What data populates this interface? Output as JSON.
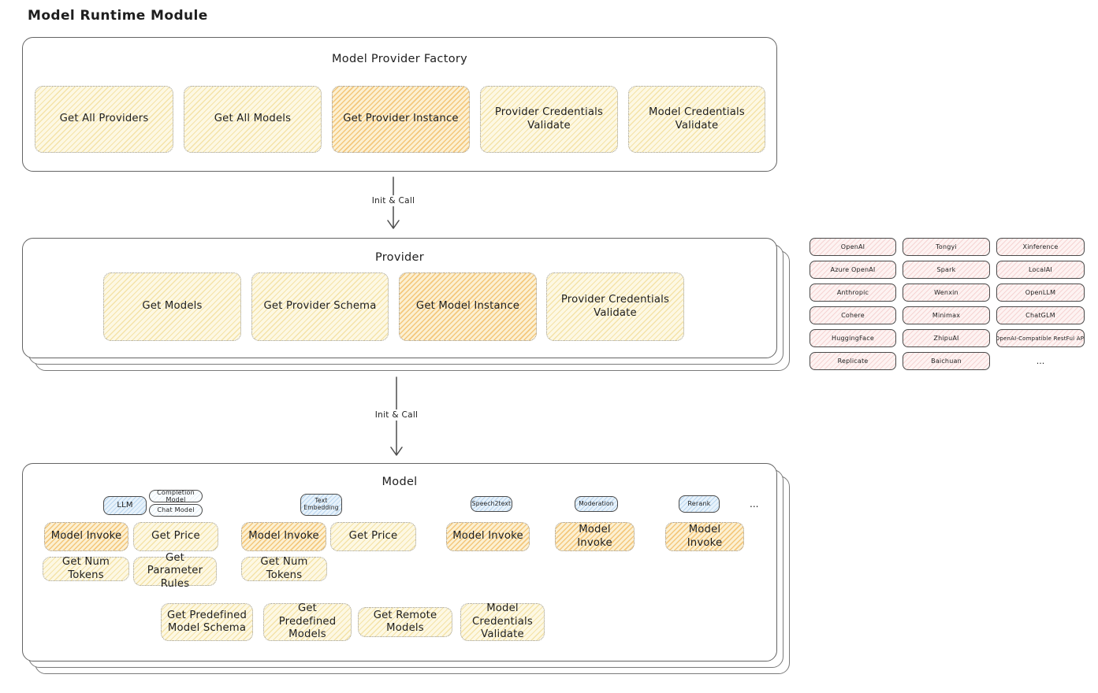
{
  "title": "Model Runtime Module",
  "colors": {
    "yellow_fill": "#fdf8e3",
    "yellow_hatch": "#eccd6e",
    "orange_fill": "#fcf0d2",
    "orange_hatch": "#efac42",
    "pink_fill": "#fdf3f2",
    "pink_hatch": "#e9a0a0",
    "blue_fill": "#e7f2fb",
    "blue_hatch": "#82b4e0",
    "panel_border": "#646464",
    "box_dotted_border": "#9c9c9c",
    "text": "#1e1e1e"
  },
  "factory": {
    "title": "Model Provider Factory",
    "functions": [
      {
        "label": "Get All Providers",
        "highlighted": false
      },
      {
        "label": "Get All Models",
        "highlighted": false
      },
      {
        "label": "Get Provider Instance",
        "highlighted": true
      },
      {
        "label": "Provider Credentials Validate",
        "highlighted": false
      },
      {
        "label": "Model Credentials Validate",
        "highlighted": false
      }
    ]
  },
  "arrows": [
    {
      "label": "Init & Call"
    },
    {
      "label": "Init & Call"
    }
  ],
  "provider": {
    "title": "Provider",
    "functions": [
      {
        "label": "Get Models",
        "highlighted": false
      },
      {
        "label": "Get Provider Schema",
        "highlighted": false
      },
      {
        "label": "Get Model Instance",
        "highlighted": true
      },
      {
        "label": "Provider Credentials Validate",
        "highlighted": false
      }
    ]
  },
  "providers_grid": {
    "items": [
      "OpenAI",
      "Tongyi",
      "Xinference",
      "Azure OpenAI",
      "Spark",
      "LocalAI",
      "Anthropic",
      "Wenxin",
      "OpenLLM",
      "Cohere",
      "Minimax",
      "ChatGLM",
      "HuggingFace",
      "ZhipuAI",
      "OpenAI-Compatible RestFul API",
      "Replicate",
      "Baichuan",
      "..."
    ]
  },
  "model": {
    "title": "Model",
    "tags": {
      "llm": "LLM",
      "completion": "Completion Model",
      "chat": "Chat Model",
      "text_embedding": "Text Embedding",
      "speech2text": "Speech2text",
      "moderation": "Moderation",
      "rerank": "Rerank",
      "more": "..."
    },
    "invoke_row": [
      {
        "label": "Model Invoke",
        "highlighted": true
      },
      {
        "label": "Get Price",
        "highlighted": false
      },
      {
        "label": "Model Invoke",
        "highlighted": true
      },
      {
        "label": "Get Price",
        "highlighted": false
      },
      {
        "label": "Model Invoke",
        "highlighted": true
      },
      {
        "label": "Model Invoke",
        "highlighted": true
      },
      {
        "label": "Model Invoke",
        "highlighted": true
      }
    ],
    "token_row": [
      {
        "label": "Get Num Tokens"
      },
      {
        "label": "Get Parameter Rules"
      },
      {
        "label": "Get Num Tokens"
      }
    ],
    "bottom_row": [
      {
        "label": "Get Predefined Model Schema"
      },
      {
        "label": "Get Predefined Models"
      },
      {
        "label": "Get Remote Models"
      },
      {
        "label": "Model Credentials Validate"
      }
    ]
  }
}
